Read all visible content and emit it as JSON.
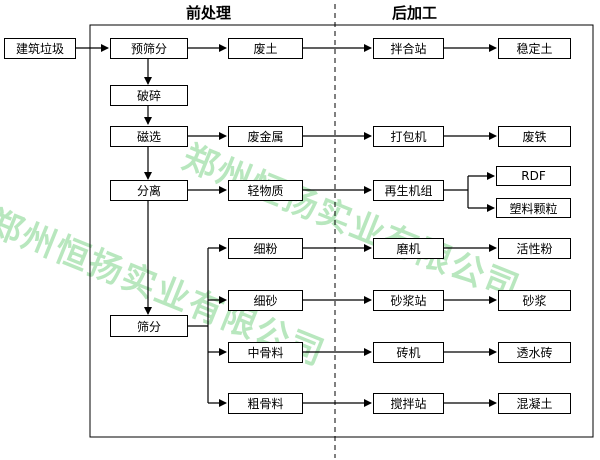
{
  "sections": {
    "pre": "前处理",
    "post": "后加工"
  },
  "nodes": {
    "source": "建筑垃圾",
    "prescreen": "预筛分",
    "crush": "破碎",
    "magnetic": "磁选",
    "separate": "分离",
    "screen": "筛分",
    "waste_soil": "废土",
    "scrap_metal": "废金属",
    "light_matter": "轻物质",
    "fine_powder": "细粉",
    "fine_sand": "细砂",
    "medium_agg": "中骨料",
    "coarse_agg": "粗骨料",
    "mixing_station": "拌合站",
    "baler": "打包机",
    "regen_unit": "再生机组",
    "grinder": "磨机",
    "mortar_station": "砂浆站",
    "brick_machine": "砖机",
    "mixer_station": "搅拌站",
    "stabilized_soil": "稳定土",
    "scrap_iron": "废铁",
    "rdf": "RDF",
    "plastic_pellets": "塑料颗粒",
    "active_powder": "活性粉",
    "mortar": "砂浆",
    "permeable_brick": "透水砖",
    "concrete": "混凝土"
  },
  "watermark": {
    "text": "郑州恒扬实业有限公司"
  },
  "colors": {
    "watermark": "#7fd48a",
    "line": "#000000"
  }
}
